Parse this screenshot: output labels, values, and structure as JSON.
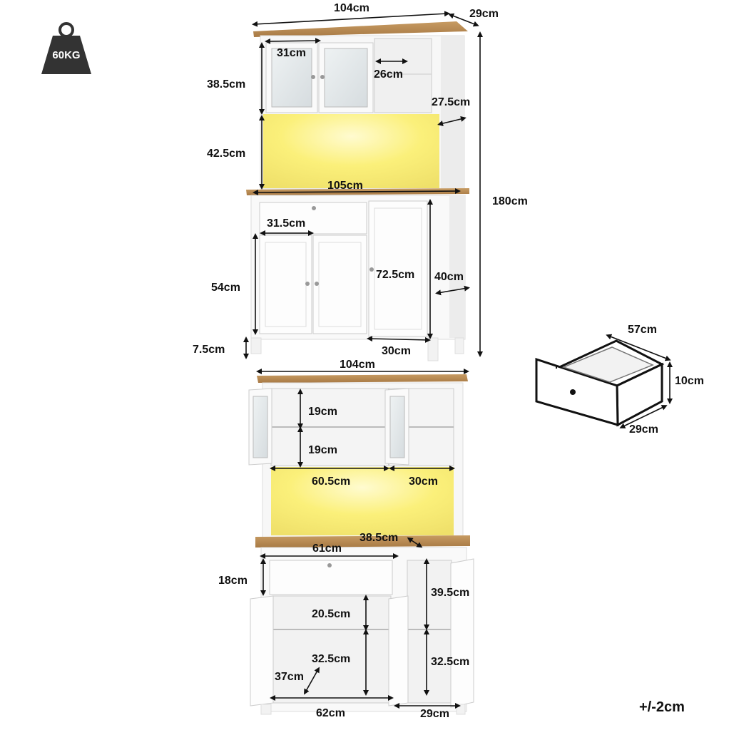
{
  "weight": {
    "label": "60KG"
  },
  "tolerance": "+/-2cm",
  "top_view": {
    "width": "104cm",
    "depth": "29cm",
    "glass_door_width": "31cm",
    "hutch_height": "38.5cm",
    "open_shelf_width": "26cm",
    "hutch_depth": "27.5cm",
    "led_opening_height": "42.5cm",
    "countertop_width": "105cm",
    "drawer_width": "31.5cm",
    "door_height": "54cm",
    "side_door_height": "72.5cm",
    "base_depth": "40cm",
    "total_height": "180cm",
    "leg_height": "7.5cm",
    "side_door_width": "30cm"
  },
  "open_view": {
    "width": "104cm",
    "shelf_upper": "19cm",
    "shelf_lower": "19cm",
    "hutch_inner_width": "60.5cm",
    "side_compartment_width": "30cm",
    "counter_depth": "38.5cm",
    "drawer_width": "61cm",
    "drawer_height": "18cm",
    "side_upper_height": "39.5cm",
    "base_shelf_upper": "20.5cm",
    "base_shelf_lower": "32.5cm",
    "side_lower_height": "32.5cm",
    "base_depth": "37cm",
    "base_width": "62cm",
    "side_width": "29cm"
  },
  "drawer_detail": {
    "length": "57cm",
    "height": "10cm",
    "depth": "29cm"
  }
}
